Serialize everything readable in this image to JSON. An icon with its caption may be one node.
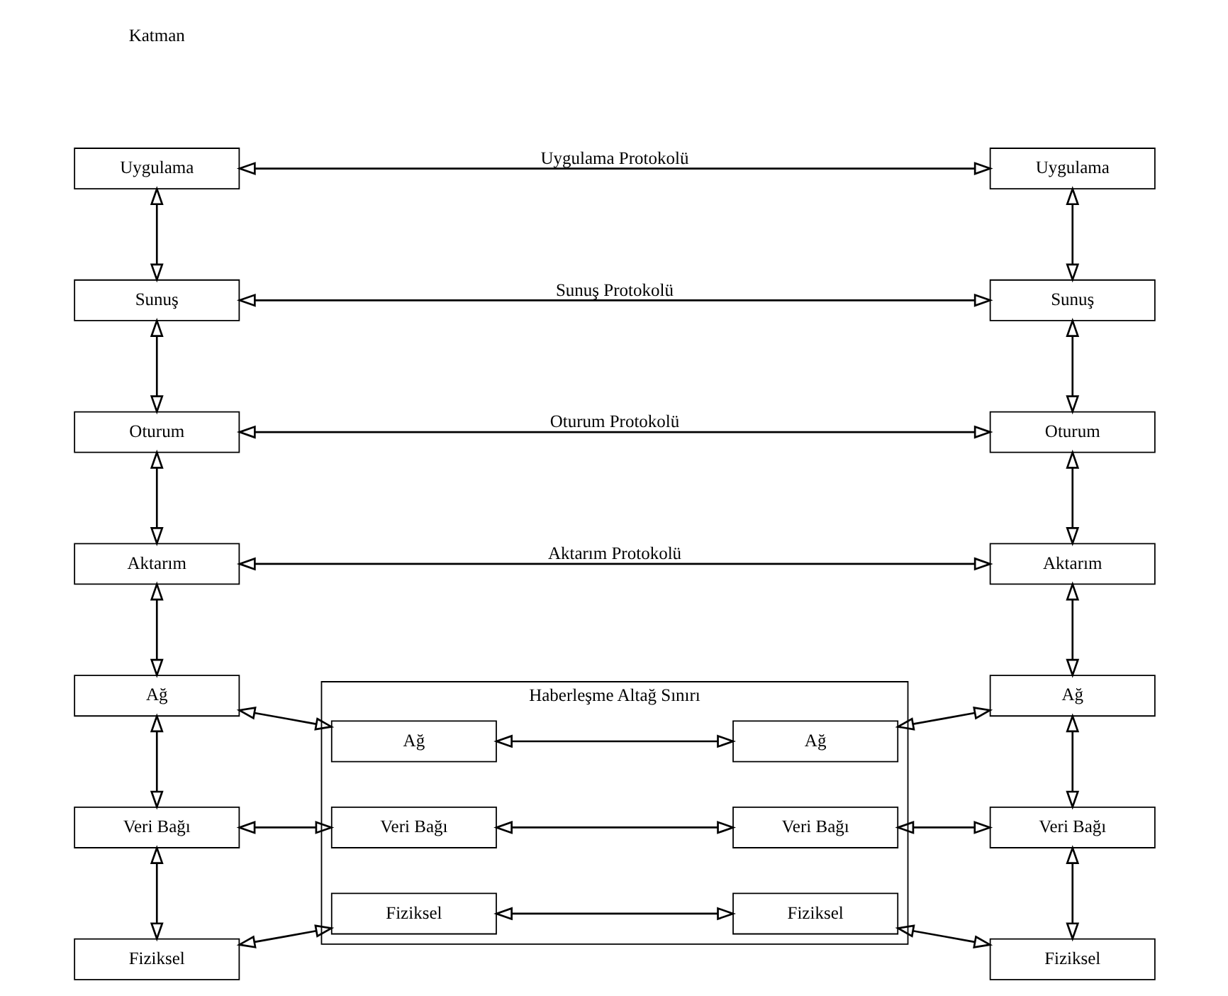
{
  "diagram": {
    "nodes": [
      {
        "text": [
          "Uygulama"
        ]
      },
      {
        "text": [
          "Sunuş"
        ]
      },
      {
        "text": [
          "Oturum"
        ]
      },
      {
        "text": [
          "Aktarım"
        ]
      },
      {
        "text": [
          "Ağ"
        ]
      },
      {
        "text": [
          "Veri Bağı"
        ]
      },
      {
        "text": [
          "Fiziksel"
        ]
      },
      {
        "text": [
          "Haberleşme Altağ Sınırı"
        ]
      },
      {
        "text": [
          "Ağ"
        ],
        "in": 7
      },
      {
        "text": [
          "Ağ"
        ],
        "in": 7
      },
      {
        "text": [
          "Veri Bağı"
        ],
        "in": 7
      },
      {
        "text": [
          "Veri Bağı"
        ],
        "in": 7
      },
      {
        "text": [
          "Fiziksel"
        ],
        "in": 7
      },
      {
        "text": [
          "Fiziksel"
        ],
        "in": 7
      },
      {
        "text": [
          "Uygulama"
        ]
      },
      {
        "text": [
          "Sunuş"
        ]
      },
      {
        "text": [
          "Oturum"
        ]
      },
      {
        "text": [
          "Aktarım"
        ]
      },
      {
        "text": [
          "Ağ"
        ]
      },
      {
        "text": [
          "Veri Bağı"
        ]
      },
      {
        "text": [
          "Fiziksel"
        ]
      }
    ],
    "edges": [
      {
        "from": 0,
        "to": 14,
        "arrow": "both",
        "label": "Uygulama Protokolü"
      },
      {
        "from": 1,
        "to": 15,
        "arrow": "both",
        "label": "Sunuş Protokolü"
      },
      {
        "from": 2,
        "to": 16,
        "arrow": "both",
        "label": "Oturum Protokolü"
      },
      {
        "from": 3,
        "to": 17,
        "arrow": "both",
        "label": "Aktarım Protokolü"
      },
      {
        "from": 0,
        "to": 1,
        "arrow": "both"
      },
      {
        "from": 1,
        "to": 2,
        "arrow": "both"
      },
      {
        "from": 2,
        "to": 3,
        "arrow": "both"
      },
      {
        "from": 3,
        "to": 4,
        "arrow": "both"
      },
      {
        "from": 4,
        "to": 5,
        "arrow": "both"
      },
      {
        "from": 5,
        "to": 6,
        "arrow": "both"
      },
      {
        "from": 14,
        "to": 15,
        "arrow": "both"
      },
      {
        "from": 15,
        "to": 16,
        "arrow": "both"
      },
      {
        "from": 16,
        "to": 17,
        "arrow": "both"
      },
      {
        "from": 17,
        "to": 18,
        "arrow": "both"
      },
      {
        "from": 18,
        "to": 19,
        "arrow": "both"
      },
      {
        "from": 19,
        "to": 20,
        "arrow": "both"
      },
      {
        "from": 4,
        "to": 8,
        "arrow": "both"
      },
      {
        "from": 8,
        "to": 9,
        "arrow": "both"
      },
      {
        "from": 9,
        "to": 18,
        "arrow": "both"
      },
      {
        "from": 5,
        "to": 10,
        "arrow": "both"
      },
      {
        "from": 10,
        "to": 11,
        "arrow": "both"
      },
      {
        "from": 11,
        "to": 19,
        "arrow": "both"
      },
      {
        "from": 6,
        "to": 12,
        "arrow": "both"
      },
      {
        "from": 12,
        "to": 13,
        "arrow": "both"
      },
      {
        "from": 13,
        "to": 20,
        "arrow": "both"
      }
    ],
    "labels": [
      "Katman"
    ]
  }
}
